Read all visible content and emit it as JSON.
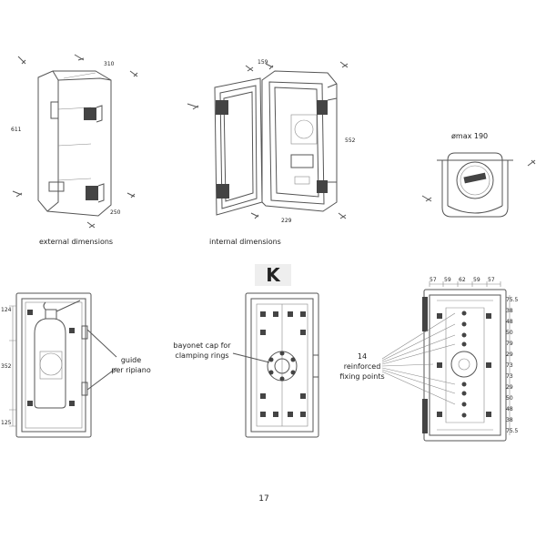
{
  "captions": {
    "external": "external dimensions",
    "internal": "internal dimensions",
    "diameter": "ømax 190"
  },
  "dimensions": {
    "ext_height": "611",
    "ext_width": "310",
    "ext_depth": "250",
    "int_width": "159",
    "int_height": "552",
    "int_depth": "229",
    "front_top": "124",
    "front_mid": "352",
    "front_bottom": "125",
    "back_widths": [
      "57",
      "59",
      "62",
      "59",
      "57"
    ],
    "back_rows": [
      "75.5",
      "38",
      "48",
      "50",
      "79",
      "29",
      "73",
      "73",
      "29",
      "50",
      "48",
      "38",
      "75.5"
    ]
  },
  "labels": {
    "guide_line1": "guide",
    "guide_line2": "per ripiano",
    "bayonet_line1": "bayonet cap for",
    "bayonet_line2": "clamping rings",
    "fixing_line1": "14",
    "fixing_line2": "reinforced",
    "fixing_line3": "fixing points"
  },
  "watermark_text": "K",
  "page_number": "17"
}
